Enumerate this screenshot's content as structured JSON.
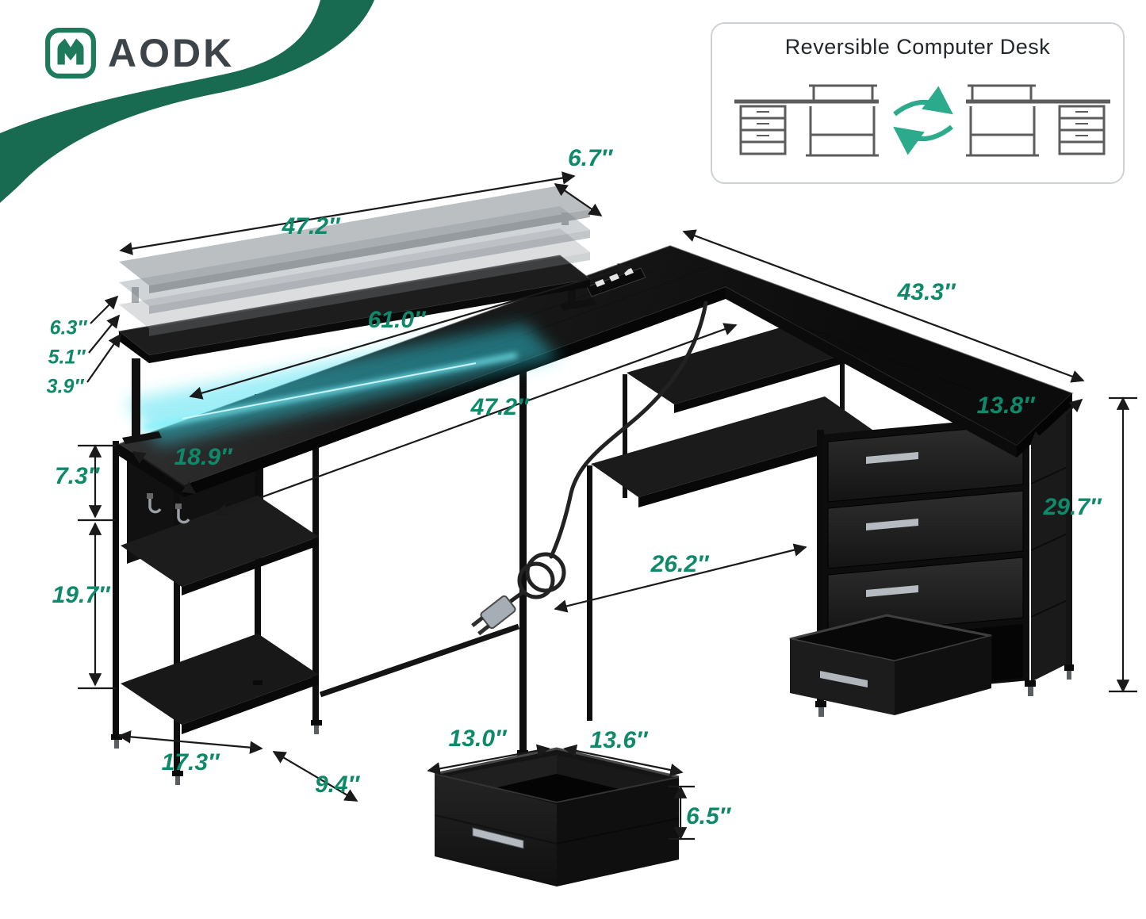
{
  "brand": {
    "logo_text": "AODK"
  },
  "info_box": {
    "title": "Reversible Computer Desk"
  },
  "colors": {
    "dimension_text": "#0e8a6a",
    "led_glow": "#2fdcee",
    "brand_green": "#186a50",
    "desk_black": "#151515",
    "swap_arrow_teal": "#2bab8b"
  },
  "dimensions": {
    "shelf_depth": "6.7″",
    "shelf_length": "47.2″",
    "right_desk_length": "43.3″",
    "riser_height_high": "6.3″",
    "riser_height_mid": "5.1″",
    "riser_height_low": "3.9″",
    "main_desk_length": "61.0″",
    "main_desk_front_length": "47.2″",
    "right_desk_depth": "13.8″",
    "main_desk_depth": "18.9″",
    "upper_shelf_gap": "7.3″",
    "drawer_tower_height": "29.7″",
    "lower_shelf_gap": "19.7″",
    "corner_shelf_length": "26.2″",
    "left_shelf_width": "17.3″",
    "left_shelf_depth": "9.4″",
    "drawer_width": "13.0″",
    "drawer_depth": "13.6″",
    "drawer_height": "6.5″"
  }
}
